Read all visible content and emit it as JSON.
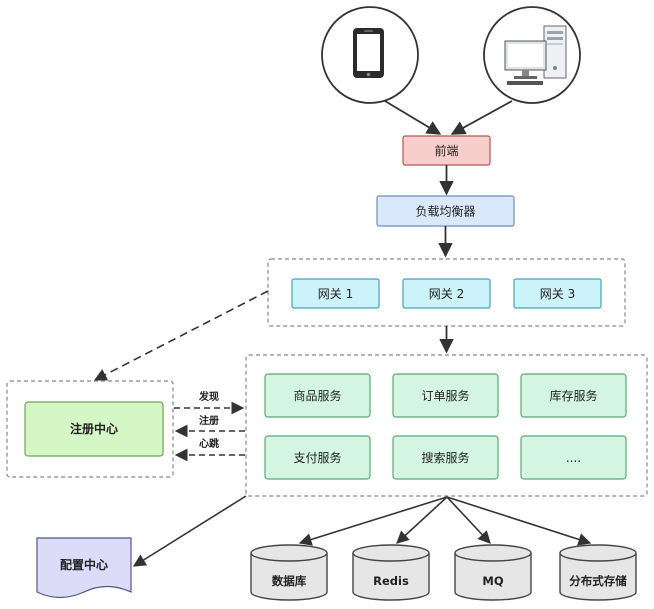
{
  "clients": {
    "phone": "phone-icon",
    "desktop": "desktop-computer-icon"
  },
  "frontend": {
    "label": "前端",
    "fill": "#f8cecc",
    "stroke": "#b85450"
  },
  "load_balancer": {
    "label": "负载均衡器",
    "fill": "#dae8fc",
    "stroke": "#6c8ebf"
  },
  "gateways": {
    "items": [
      "网关 1",
      "网关 2",
      "网关 3"
    ],
    "fill": "#ccf2fa",
    "stroke": "#45a2b5"
  },
  "services": {
    "items": [
      "商品服务",
      "订单服务",
      "库存服务",
      "支付服务",
      "搜索服务",
      "...."
    ],
    "fill": "#d5f5e3",
    "stroke": "#5aa770"
  },
  "registry": {
    "label": "注册中心",
    "fill": "#d5f7c6",
    "stroke": "#6ea454"
  },
  "registry_links": {
    "discover": "发现",
    "register": "注册",
    "heartbeat": "心跳"
  },
  "config_center": {
    "label": "配置中心",
    "fill": "#dcdcf8",
    "stroke": "#555588"
  },
  "storage": {
    "items": [
      "数据库",
      "Redis",
      "MQ",
      "分布式存储"
    ],
    "fill": "#e6e6e6",
    "stroke": "#444444"
  }
}
